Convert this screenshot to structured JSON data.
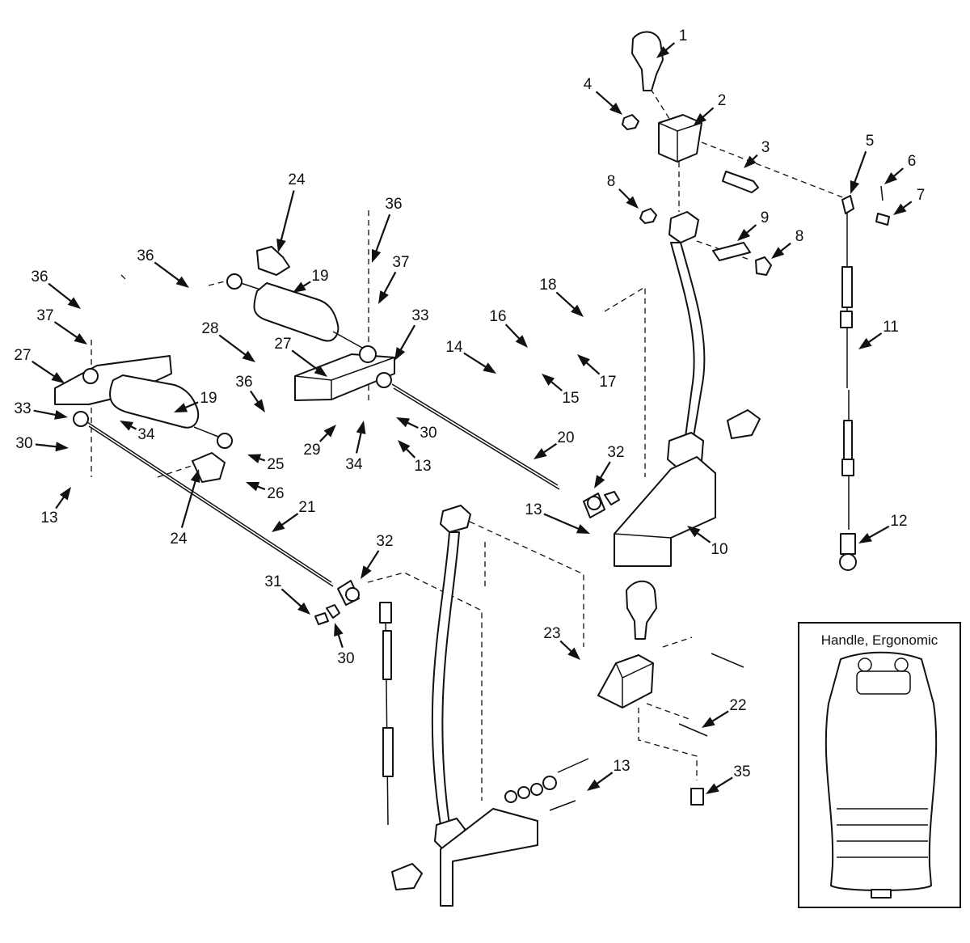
{
  "inset": {
    "title": "Handle, Ergonomic"
  },
  "callouts": [
    {
      "id": "c1",
      "text": "1"
    },
    {
      "id": "c2",
      "text": "2"
    },
    {
      "id": "c3",
      "text": "3"
    },
    {
      "id": "c4",
      "text": "4"
    },
    {
      "id": "c5",
      "text": "5"
    },
    {
      "id": "c6",
      "text": "6"
    },
    {
      "id": "c7",
      "text": "7"
    },
    {
      "id": "c8a",
      "text": "8"
    },
    {
      "id": "c8b",
      "text": "8"
    },
    {
      "id": "c9",
      "text": "9"
    },
    {
      "id": "c10",
      "text": "10"
    },
    {
      "id": "c11",
      "text": "11"
    },
    {
      "id": "c12",
      "text": "12"
    },
    {
      "id": "c13a",
      "text": "13"
    },
    {
      "id": "c13b",
      "text": "13"
    },
    {
      "id": "c13c",
      "text": "13"
    },
    {
      "id": "c13d",
      "text": "13"
    },
    {
      "id": "c14",
      "text": "14"
    },
    {
      "id": "c15",
      "text": "15"
    },
    {
      "id": "c16",
      "text": "16"
    },
    {
      "id": "c17",
      "text": "17"
    },
    {
      "id": "c18",
      "text": "18"
    },
    {
      "id": "c19a",
      "text": "19"
    },
    {
      "id": "c19b",
      "text": "19"
    },
    {
      "id": "c20",
      "text": "20"
    },
    {
      "id": "c21",
      "text": "21"
    },
    {
      "id": "c22",
      "text": "22"
    },
    {
      "id": "c23",
      "text": "23"
    },
    {
      "id": "c24a",
      "text": "24"
    },
    {
      "id": "c24b",
      "text": "24"
    },
    {
      "id": "c25",
      "text": "25"
    },
    {
      "id": "c26",
      "text": "26"
    },
    {
      "id": "c27a",
      "text": "27"
    },
    {
      "id": "c27b",
      "text": "27"
    },
    {
      "id": "c28",
      "text": "28"
    },
    {
      "id": "c29",
      "text": "29"
    },
    {
      "id": "c30a",
      "text": "30"
    },
    {
      "id": "c30b",
      "text": "30"
    },
    {
      "id": "c30c",
      "text": "30"
    },
    {
      "id": "c31",
      "text": "31"
    },
    {
      "id": "c32a",
      "text": "32"
    },
    {
      "id": "c32b",
      "text": "32"
    },
    {
      "id": "c33a",
      "text": "33"
    },
    {
      "id": "c33b",
      "text": "33"
    },
    {
      "id": "c34a",
      "text": "34"
    },
    {
      "id": "c34b",
      "text": "34"
    },
    {
      "id": "c35",
      "text": "35"
    },
    {
      "id": "c36a",
      "text": "36"
    },
    {
      "id": "c36b",
      "text": "36"
    },
    {
      "id": "c36c",
      "text": "36"
    },
    {
      "id": "c36d",
      "text": "36"
    },
    {
      "id": "c37a",
      "text": "37"
    },
    {
      "id": "c37b",
      "text": "37"
    }
  ]
}
